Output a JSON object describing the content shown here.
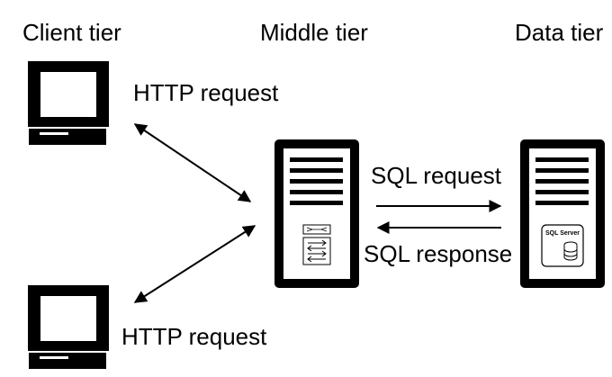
{
  "tiers": {
    "client": "Client tier",
    "middle": "Middle tier",
    "data": "Data tier"
  },
  "connections": {
    "http_top": "HTTP request",
    "http_bottom": "HTTP request",
    "sql_request": "SQL request",
    "sql_response": "SQL response"
  },
  "data_server_badge": "SQL Server",
  "colors": {
    "stroke": "#000000",
    "background": "#ffffff"
  },
  "icons": [
    "monitor-icon",
    "server-icon",
    "network-switch-icon",
    "database-icon",
    "double-arrow-icon",
    "arrow-left-icon",
    "arrow-right-icon"
  ]
}
